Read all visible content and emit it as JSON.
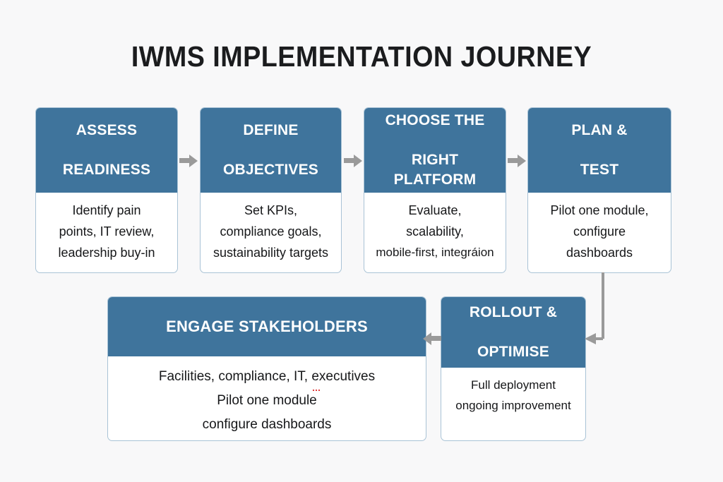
{
  "page": {
    "title": "IWMS IMPLEMENTATION JOURNEY",
    "background_color": "#f8f8f9",
    "accent_color": "#3f749c",
    "border_color": "#a9c3d6",
    "arrow_color": "#9a9a9a",
    "text_color": "#161719"
  },
  "steps": [
    {
      "id": "assess-readiness",
      "header_lines": [
        "ASSESS",
        "READINESS"
      ],
      "body_lines": [
        "Identify pain",
        "points, IT review,",
        "leadership buy-in"
      ]
    },
    {
      "id": "define-objectives",
      "header_lines": [
        "DEFINE",
        "OBJECTIVES"
      ],
      "body_lines": [
        "Set KPIs,",
        "compliance goals,",
        "sustainability targets"
      ]
    },
    {
      "id": "choose-the-right-platform",
      "header_lines": [
        "CHOOSE THE",
        "RIGHT PLATFORM"
      ],
      "body_lines": [
        "Evaluate,",
        "scalability,",
        "mobile-first, integráion"
      ]
    },
    {
      "id": "plan-and-test",
      "header_lines": [
        "PLAN &",
        "TEST"
      ],
      "body_lines": [
        "Pilot one module,",
        "configure",
        "dashboards"
      ]
    },
    {
      "id": "engage-stakeholders",
      "header_lines": [
        "ENGAGE STAKEHOLDERS"
      ],
      "body_lines": [
        "Facilities, compliance, IT, executives",
        "Pilot one module",
        "configure dashboards"
      ],
      "misspelled_word": "executives"
    },
    {
      "id": "rollout-and-optimise",
      "header_lines": [
        "ROLLOUT &",
        "OPTIMISE"
      ],
      "body_lines": [
        "Full deployment",
        "ongoing improvement"
      ]
    }
  ],
  "connectors": [
    {
      "id": "assess-to-define",
      "direction": "right"
    },
    {
      "id": "define-to-choose",
      "direction": "right"
    },
    {
      "id": "choose-to-plan",
      "direction": "right"
    },
    {
      "id": "plan-to-rollout",
      "direction": "down-left-elbow"
    },
    {
      "id": "rollout-to-engage",
      "direction": "left"
    }
  ]
}
